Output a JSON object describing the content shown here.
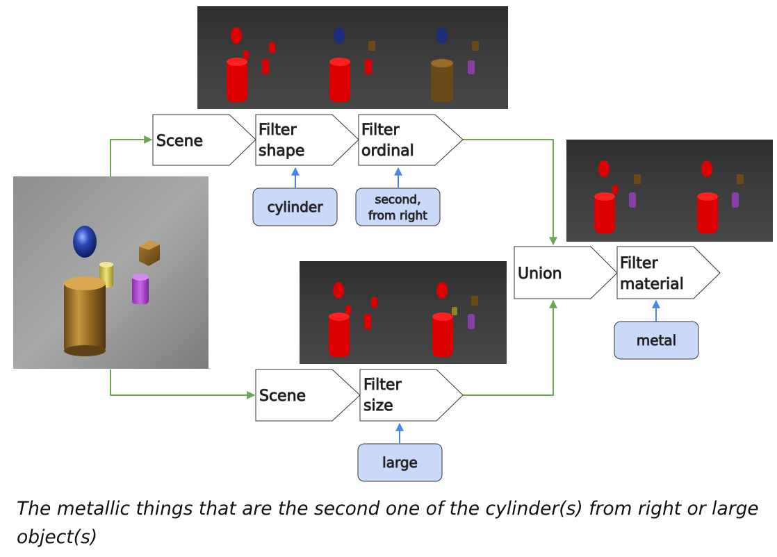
{
  "modules": {
    "scene_top": [
      "Scene"
    ],
    "filter_shape": [
      "Filter",
      "shape"
    ],
    "filter_ordinal": [
      "Filter",
      "ordinal"
    ],
    "scene_bottom": [
      "Scene"
    ],
    "filter_size": [
      "Filter",
      "size"
    ],
    "union": [
      "Union"
    ],
    "filter_material": [
      "Filter",
      "material"
    ]
  },
  "params": {
    "cylinder": [
      "cylinder"
    ],
    "second_from_right": [
      "second,",
      "from right"
    ],
    "large": [
      "large"
    ],
    "metal": [
      "metal"
    ]
  },
  "caption": "The metallic things that are the second one of the cylinder(s) from right or large object(s)",
  "colors": {
    "edge_green": "#6aa84f",
    "param_arrow_blue": "#4a86e8",
    "param_fill": "#c9daf8",
    "render_bg_dark": "#3a3a3a",
    "red_highlight": "#dd0000"
  }
}
